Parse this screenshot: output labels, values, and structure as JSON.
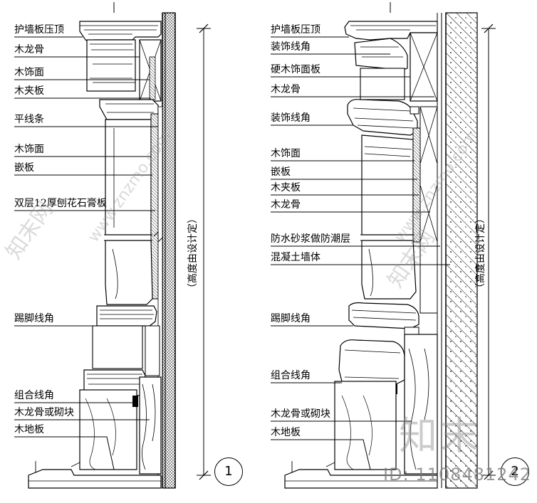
{
  "left_detail": {
    "labels": [
      "护墙板压顶",
      "木龙骨",
      "木饰面",
      "木夹板",
      "平线条",
      "木饰面",
      "嵌板",
      "双层12厚刨花石膏板",
      "踢脚线角",
      "组合线角",
      "木龙骨或砌块",
      "木地板"
    ],
    "height_note": "（高度由设计定）",
    "section_number": "1"
  },
  "right_detail": {
    "labels": [
      "护墙板压顶",
      "装饰线角",
      "硬木饰面板",
      "木龙骨",
      "装饰线角",
      "木饰面",
      "嵌板",
      "木夹板",
      "木龙骨",
      "防水砂浆做防潮层",
      "混凝土墙体",
      "踢脚线角",
      "组合线角",
      "木龙骨或砌块",
      "木地板"
    ],
    "height_note": "（高度由设计定）",
    "section_number": "2"
  },
  "watermark": {
    "site_text": "www.znzmo.com",
    "brand_text": "知末网",
    "logo_text": "知末",
    "id_text": "ID: 1108481242"
  }
}
